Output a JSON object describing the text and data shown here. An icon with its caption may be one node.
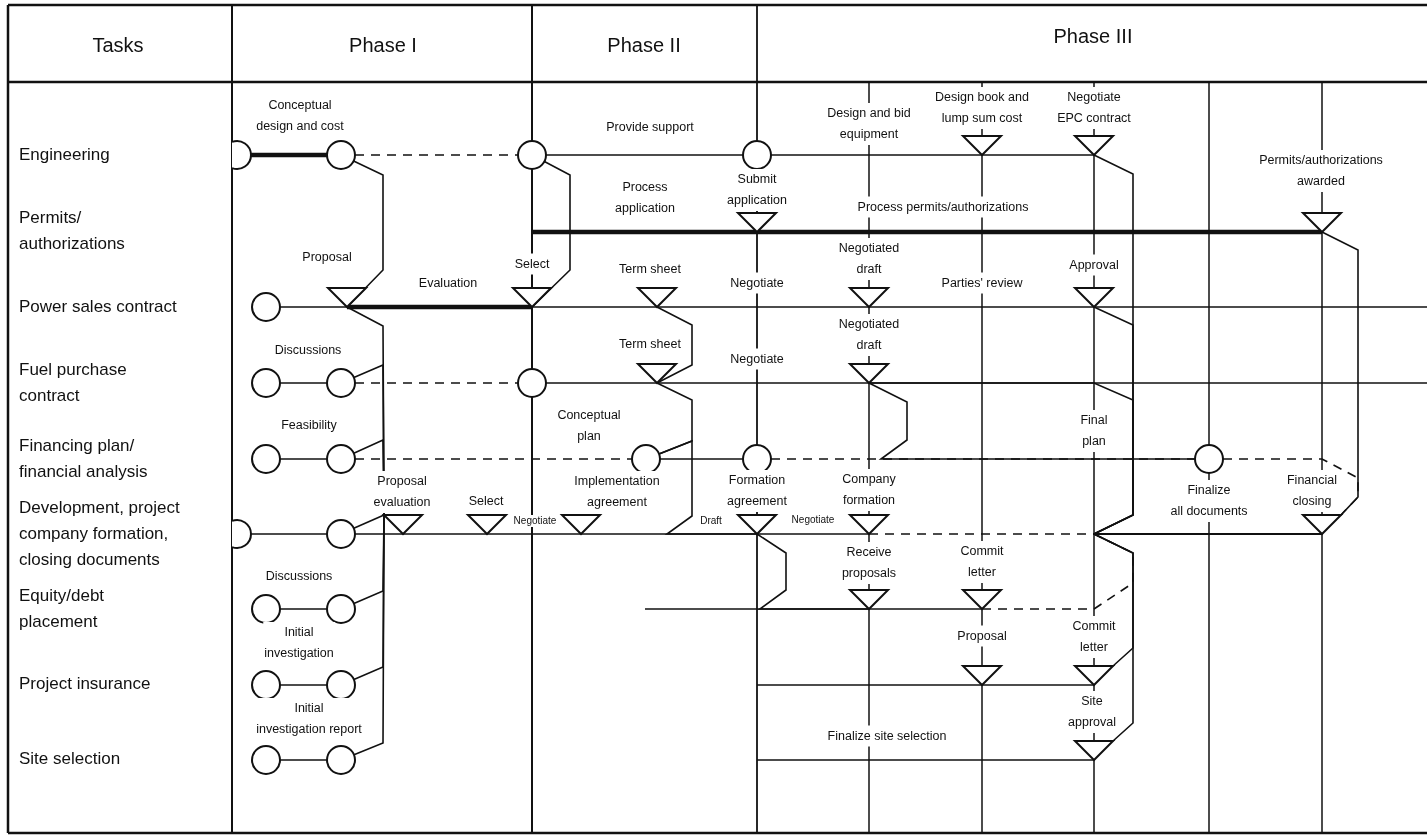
{
  "diagram": {
    "nodes": [
      {
        "text": [],
        "shape": "circle"
      },
      {
        "text": [],
        "shape": "circle"
      },
      {
        "text": [],
        "shape": "circle"
      },
      {
        "text": [],
        "shape": "circle"
      },
      {
        "text": [],
        "shape": "triangle"
      },
      {
        "text": [],
        "shape": "triangle"
      },
      {
        "text": [],
        "shape": "triangle"
      },
      {
        "text": [],
        "shape": "triangle"
      },
      {
        "text": [],
        "shape": "circle"
      },
      {
        "text": [],
        "shape": "triangle"
      },
      {
        "text": [],
        "shape": "triangle"
      },
      {
        "text": [],
        "shape": "triangle"
      },
      {
        "text": [],
        "shape": "triangle"
      },
      {
        "text": [],
        "shape": "triangle"
      },
      {
        "text": [],
        "shape": "circle"
      },
      {
        "text": [],
        "shape": "circle"
      },
      {
        "text": [],
        "shape": "circle"
      },
      {
        "text": [],
        "shape": "triangle"
      },
      {
        "text": [],
        "shape": "triangle"
      },
      {
        "text": [],
        "shape": "circle"
      },
      {
        "text": [],
        "shape": "circle"
      },
      {
        "text": [],
        "shape": "circle"
      },
      {
        "text": [],
        "shape": "circle"
      },
      {
        "text": [],
        "shape": "circle"
      },
      {
        "text": [],
        "shape": "circle"
      },
      {
        "text": [],
        "shape": "circle"
      },
      {
        "text": [],
        "shape": "triangle"
      },
      {
        "text": [],
        "shape": "triangle"
      },
      {
        "text": [],
        "shape": "triangle"
      },
      {
        "text": [],
        "shape": "triangle"
      },
      {
        "text": [],
        "shape": "triangle"
      },
      {
        "text": [],
        "shape": "triangle"
      },
      {
        "text": [],
        "shape": "circle"
      },
      {
        "text": [],
        "shape": "circle"
      },
      {
        "text": [],
        "shape": "triangle"
      },
      {
        "text": [],
        "shape": "triangle"
      },
      {
        "text": [],
        "shape": "circle"
      },
      {
        "text": [],
        "shape": "circle"
      },
      {
        "text": [],
        "shape": "triangle"
      },
      {
        "text": [],
        "shape": "triangle"
      },
      {
        "text": [],
        "shape": "circle"
      },
      {
        "text": [],
        "shape": "circle"
      },
      {
        "text": [],
        "shape": "triangle"
      }
    ],
    "edges": [
      {
        "from": 0,
        "to": 1,
        "arrow": "none",
        "style": "thick"
      },
      {
        "from": 1,
        "to": 2,
        "arrow": "none",
        "style": "dashed"
      },
      {
        "from": 2,
        "to": 3,
        "arrow": "none"
      },
      {
        "from": 3,
        "to": 4,
        "arrow": "none"
      },
      {
        "from": 4,
        "to": 5,
        "arrow": "none"
      },
      {
        "from": null,
        "to": 6,
        "arrow": "none",
        "style": "thick"
      },
      {
        "from": 6,
        "to": 7,
        "arrow": "none",
        "style": "thick"
      },
      {
        "from": 8,
        "to": 9,
        "arrow": "none"
      },
      {
        "from": 9,
        "to": 10,
        "arrow": "none",
        "style": "thick"
      },
      {
        "from": 10,
        "to": 11,
        "arrow": "none"
      },
      {
        "from": 11,
        "to": 12,
        "arrow": "none"
      },
      {
        "from": 12,
        "to": 13,
        "arrow": "none"
      },
      {
        "from": 13,
        "to": null,
        "arrow": "none"
      },
      {
        "from": 14,
        "to": 15,
        "arrow": "none"
      },
      {
        "from": 15,
        "to": 16,
        "arrow": "none",
        "style": "dashed"
      },
      {
        "from": 16,
        "to": 17,
        "arrow": "none"
      },
      {
        "from": 17,
        "to": 18,
        "arrow": "none"
      },
      {
        "from": 18,
        "to": null,
        "arrow": "none"
      },
      {
        "from": 19,
        "to": 20,
        "arrow": "none"
      },
      {
        "from": 20,
        "to": 21,
        "arrow": "none",
        "style": "dashed"
      },
      {
        "from": 21,
        "to": 22,
        "arrow": "none"
      },
      {
        "from": 22,
        "to": 23,
        "arrow": "none",
        "style": "dashed"
      },
      {
        "from": 23,
        "to": 31,
        "arrow": "none",
        "style": "dashed"
      },
      {
        "from": 7,
        "to": 31,
        "arrow": "none"
      },
      {
        "from": 24,
        "to": 25,
        "arrow": "none"
      },
      {
        "from": 25,
        "to": 26,
        "arrow": "none"
      },
      {
        "from": 26,
        "to": 27,
        "arrow": "none"
      },
      {
        "from": 27,
        "to": 28,
        "arrow": "none"
      },
      {
        "from": 28,
        "to": 29,
        "arrow": "none"
      },
      {
        "from": 29,
        "to": 30,
        "arrow": "none"
      },
      {
        "from": 30,
        "to": 31,
        "arrow": "none",
        "style": "dashed"
      },
      {
        "from": null,
        "to": 34,
        "arrow": "none"
      },
      {
        "from": 34,
        "to": 35,
        "arrow": "none"
      },
      {
        "from": 35,
        "to": 31,
        "arrow": "none",
        "style": "dashed"
      },
      {
        "from": 32,
        "to": 33,
        "arrow": "none"
      },
      {
        "from": 36,
        "to": 37,
        "arrow": "none"
      },
      {
        "from": null,
        "to": 38,
        "arrow": "none"
      },
      {
        "from": 38,
        "to": 39,
        "arrow": "none"
      },
      {
        "from": 40,
        "to": 41,
        "arrow": "none"
      },
      {
        "from": null,
        "to": 42,
        "arrow": "none"
      },
      {
        "from": 1,
        "to": 9,
        "arrow": "none"
      },
      {
        "from": 9,
        "to": 26,
        "arrow": "none"
      },
      {
        "from": 15,
        "to": 26,
        "arrow": "none"
      },
      {
        "from": 20,
        "to": 26,
        "arrow": "none"
      },
      {
        "from": 33,
        "to": 26,
        "arrow": "none"
      },
      {
        "from": 37,
        "to": 26,
        "arrow": "none"
      },
      {
        "from": 41,
        "to": 26,
        "arrow": "none"
      },
      {
        "from": 25,
        "to": 26,
        "arrow": "none"
      },
      {
        "from": 2,
        "to": 10,
        "arrow": "none"
      },
      {
        "from": 11,
        "to": 17,
        "arrow": "none"
      },
      {
        "from": 17,
        "to": 21,
        "arrow": "none"
      },
      {
        "from": 21,
        "to": 29,
        "arrow": "none"
      },
      {
        "from": 18,
        "to": 23,
        "arrow": "none"
      },
      {
        "from": 29,
        "to": 34,
        "arrow": "none"
      },
      {
        "from": 5,
        "to": 31,
        "arrow": "none"
      },
      {
        "from": 13,
        "to": 31,
        "arrow": "none"
      },
      {
        "from": 39,
        "to": 31,
        "arrow": "none"
      },
      {
        "from": 42,
        "to": 31,
        "arrow": "none"
      },
      {
        "from": 18,
        "to": 31,
        "arrow": "none"
      }
    ],
    "labels": [
      "Tasks",
      "Phase I",
      "Phase II",
      "Phase III",
      "Engineering",
      "Permits/ authorizations",
      "Power sales contract",
      "Fuel purchase contract",
      "Financing plan/ financial analysis",
      "Development, project company formation, closing documents",
      "Equity/debt placement",
      "Project insurance",
      "Site selection",
      "Conceptual design and cost",
      "Provide support",
      "Design and bid equipment",
      "Design book and lump sum cost",
      "Negotiate EPC contract",
      "Permits/authorizations awarded",
      "Process application",
      "Submit application",
      "Process permits/authorizations",
      "Proposal",
      "Evaluation",
      "Select",
      "Term sheet",
      "Negotiate",
      "Negotiated draft",
      "Parties' review",
      "Approval",
      "Discussions",
      "Term sheet",
      "Negotiate",
      "Negotiated draft",
      "Feasibility",
      "Conceptual plan",
      "Final plan",
      "Proposal evaluation",
      "Select",
      "Implementation agreement",
      "Negotiate",
      "Formation agreement",
      "Draft",
      "Company formation",
      "Negotiate",
      "Finalize all documents",
      "Financial closing",
      "Discussions",
      "Receive proposals",
      "Commit letter",
      "Initial investigation",
      "Proposal",
      "Commit letter",
      "Initial investigation report",
      "Site approval",
      "Finalize site selection"
    ]
  }
}
